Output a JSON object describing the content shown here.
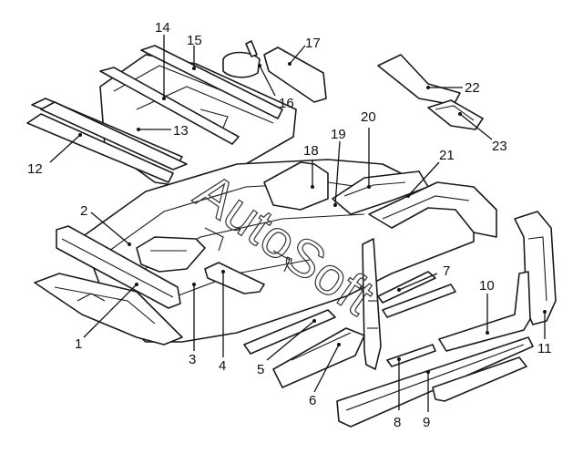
{
  "diagram": {
    "callouts": [
      {
        "id": "c1",
        "label": "1"
      },
      {
        "id": "c2",
        "label": "2"
      },
      {
        "id": "c3",
        "label": "3"
      },
      {
        "id": "c4",
        "label": "4"
      },
      {
        "id": "c5",
        "label": "5"
      },
      {
        "id": "c6",
        "label": "6"
      },
      {
        "id": "c7",
        "label": "7"
      },
      {
        "id": "c8",
        "label": "8"
      },
      {
        "id": "c9",
        "label": "9"
      },
      {
        "id": "c10",
        "label": "10"
      },
      {
        "id": "c11",
        "label": "11"
      },
      {
        "id": "c12",
        "label": "12"
      },
      {
        "id": "c13",
        "label": "13"
      },
      {
        "id": "c14",
        "label": "14"
      },
      {
        "id": "c15",
        "label": "15"
      },
      {
        "id": "c16",
        "label": "16"
      },
      {
        "id": "c17",
        "label": "17"
      },
      {
        "id": "c18",
        "label": "18"
      },
      {
        "id": "c19",
        "label": "19"
      },
      {
        "id": "c20",
        "label": "20"
      },
      {
        "id": "c21",
        "label": "21"
      },
      {
        "id": "c22",
        "label": "22"
      },
      {
        "id": "c23",
        "label": "23"
      }
    ],
    "watermark": "AutoSoft"
  }
}
